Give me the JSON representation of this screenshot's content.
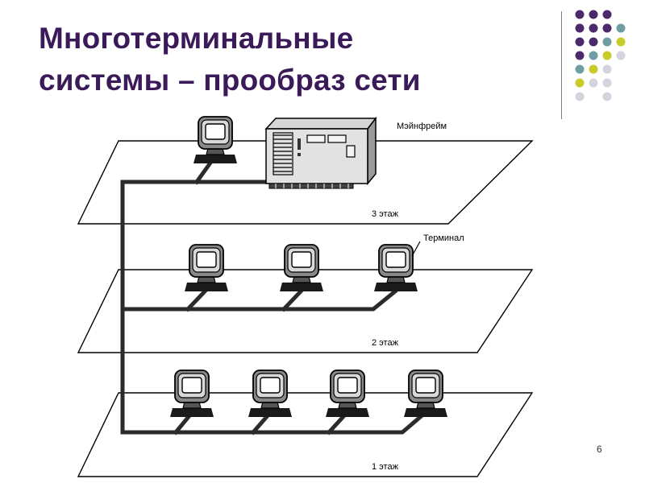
{
  "slide": {
    "title_line1": "Многотерминальные",
    "title_line2": "системы – прообраз сети",
    "page_number": "6"
  },
  "diagram": {
    "labels": {
      "mainframe": "Мэйнфрейм",
      "terminal": "Терминал",
      "floor3": "3 этаж",
      "floor2": "2 этаж",
      "floor1": "1 этаж"
    },
    "floors": [
      {
        "id": "floor-3",
        "label_key": "floor3",
        "terminals": 1,
        "has_mainframe": true
      },
      {
        "id": "floor-2",
        "label_key": "floor2",
        "terminals": 3,
        "has_mainframe": false
      },
      {
        "id": "floor-1",
        "label_key": "floor1",
        "terminals": 4,
        "has_mainframe": false
      }
    ]
  },
  "colors": {
    "title": "#3b1a5a",
    "dot_purple": "#4a2a6a",
    "dot_teal": "#6e9ea0",
    "dot_yellow": "#c7cc2a",
    "dot_gray": "#d4d4de"
  },
  "dot_pattern": [
    [
      "purple",
      "purple",
      "purple",
      null
    ],
    [
      "purple",
      "purple",
      "purple",
      "teal"
    ],
    [
      "purple",
      "purple",
      "teal",
      "yellow"
    ],
    [
      "purple",
      "teal",
      "yellow",
      "gray"
    ],
    [
      "teal",
      "yellow",
      "gray",
      null
    ],
    [
      "yellow",
      "gray",
      "gray",
      null
    ],
    [
      "gray",
      null,
      "gray",
      null
    ]
  ]
}
